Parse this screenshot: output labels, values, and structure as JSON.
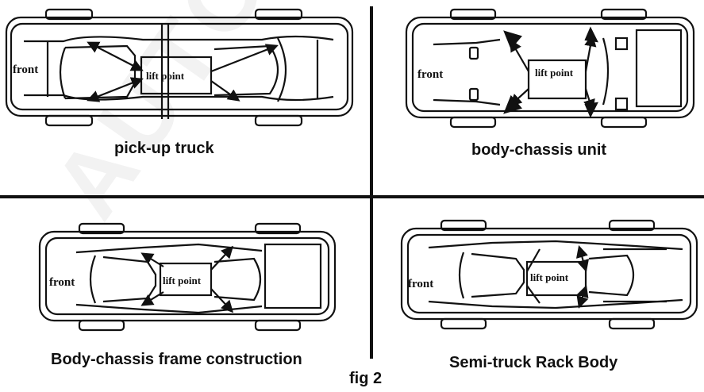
{
  "figure_label": "fig 2",
  "watermark_text": "AUTOENGRUP",
  "panels": [
    {
      "caption": "pick-up truck",
      "front_label": "front",
      "lift_label": "lift point"
    },
    {
      "caption": "body-chassis unit",
      "front_label": "front",
      "lift_label": "lift point"
    },
    {
      "caption": "Body-chassis frame construction",
      "front_label": "front",
      "lift_label": "lift point"
    },
    {
      "caption": "Semi-truck Rack Body",
      "front_label": "front",
      "lift_label": "lift point"
    }
  ],
  "colors": {
    "ink": "#111111",
    "paper": "#ffffff",
    "watermark": "#f2f2f2"
  }
}
